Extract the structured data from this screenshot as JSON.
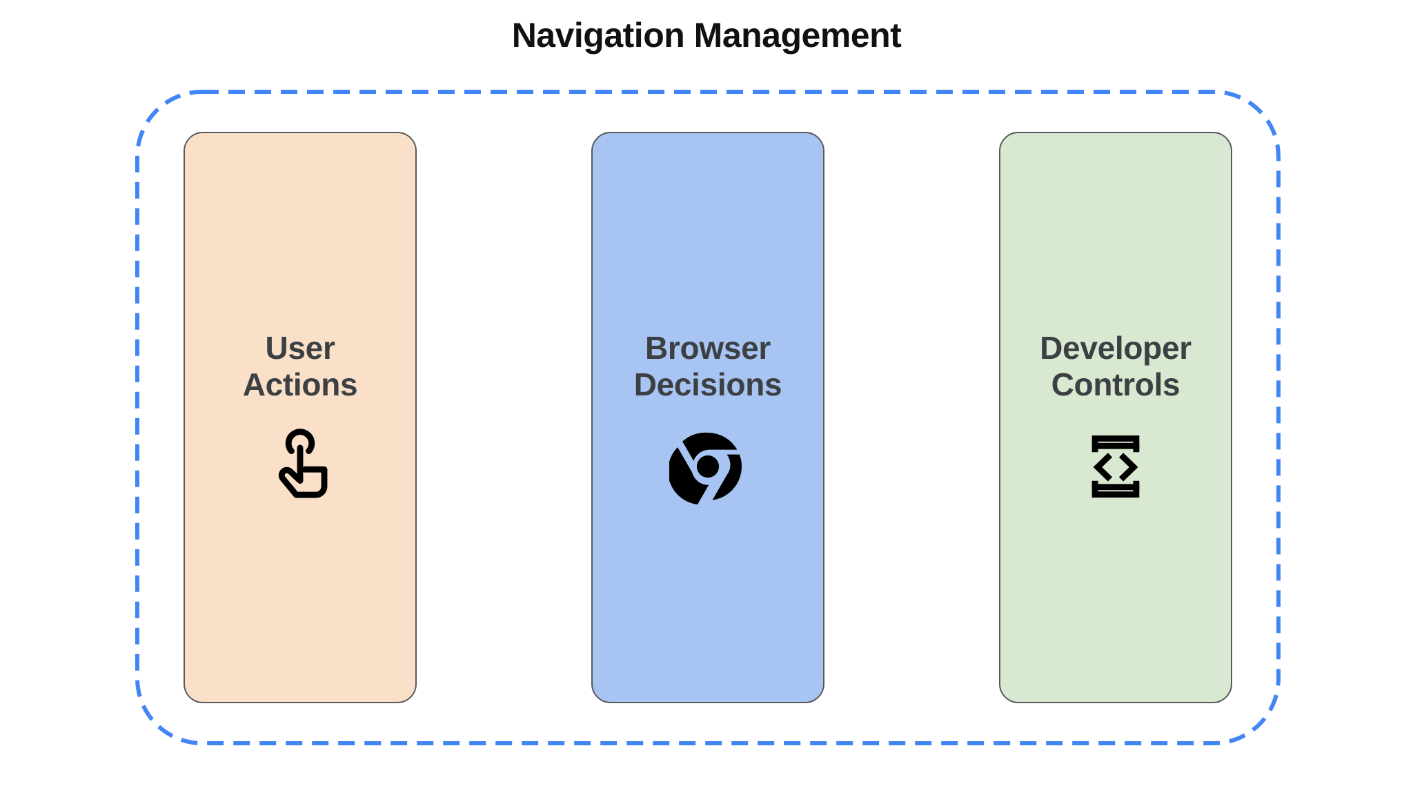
{
  "title": "Navigation Management",
  "colors": {
    "background": "#ffffff",
    "title_text": "#111111",
    "group_border": "#4285f4",
    "card_border": "#57595c",
    "card_text": "#3c4043",
    "icon": "#000000",
    "card_user_actions_bg": "#fae0c8",
    "card_browser_decisions_bg": "#a8c4f2",
    "card_developer_controls_bg": "#d9e8d0"
  },
  "group": {
    "name": "navigation-management-group",
    "border_style": "dashed",
    "border_color": "#4285f4"
  },
  "cards": [
    {
      "id": "user-actions",
      "label": "User\nActions",
      "line1": "User",
      "line2": "Actions",
      "icon": "touch-app-icon",
      "background": "#fae0c8"
    },
    {
      "id": "browser-decisions",
      "label": "Browser\nDecisions",
      "line1": "Browser",
      "line2": "Decisions",
      "icon": "chrome-logo-icon",
      "background": "#a8c4f2"
    },
    {
      "id": "developer-controls",
      "label": "Developer\nControls",
      "line1": "Developer",
      "line2": "Controls",
      "icon": "developer-mode-icon",
      "background": "#d9e8d0"
    }
  ]
}
